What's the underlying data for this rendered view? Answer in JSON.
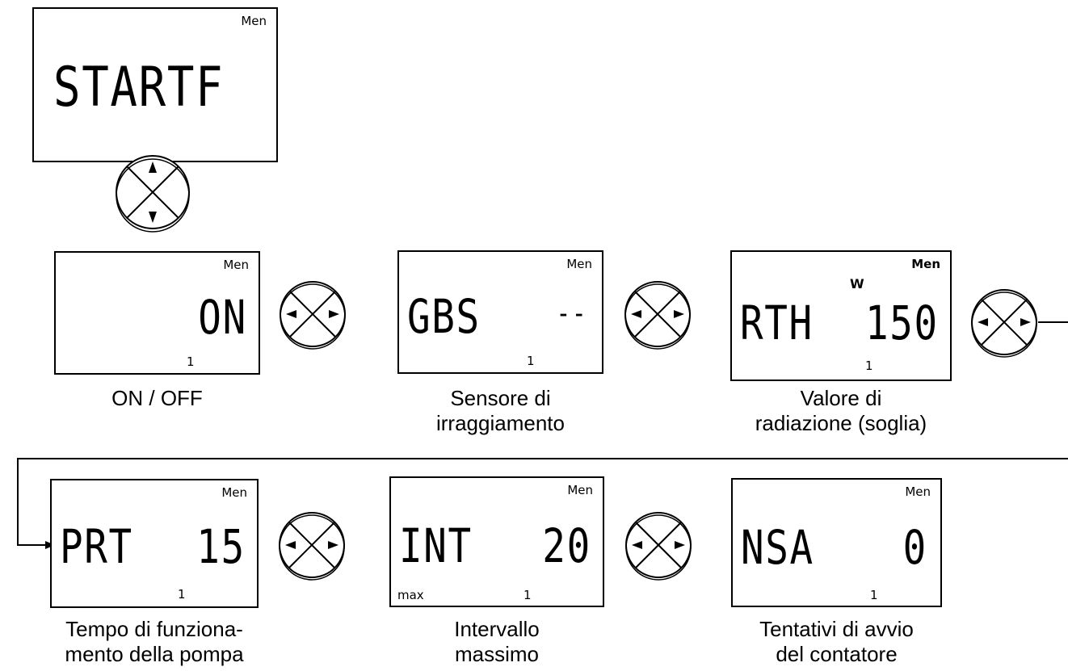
{
  "menu": {
    "title_screen": {
      "text": "STARTF",
      "men_label": "Men"
    },
    "screens": [
      {
        "id": "onoff",
        "text": "ON",
        "men_label": "Men",
        "digit": "1",
        "caption_line1": "ON / OFF",
        "caption_line2": ""
      },
      {
        "id": "sensor",
        "text_left": "GBS",
        "text_right": "--",
        "men_label": "Men",
        "digit": "1",
        "caption_line1": "Sensore di",
        "caption_line2": "irraggiamento"
      },
      {
        "id": "radiation",
        "text_left": "RTH",
        "text_right": "150",
        "unit": "W",
        "men_label": "Men",
        "digit": "1",
        "caption_line1": "Valore di",
        "caption_line2": "radiazione (soglia)"
      },
      {
        "id": "pump",
        "text_left": "PRT",
        "text_right": "15",
        "men_label": "Men",
        "digit": "1",
        "caption_line1": "Tempo di funziona-",
        "caption_line2": "mento della pompa"
      },
      {
        "id": "interval",
        "text_left": "INT",
        "text_right": "20",
        "men_label": "Men",
        "digit": "1",
        "sub_label": "max",
        "caption_line1": "Intervallo",
        "caption_line2": "massimo"
      },
      {
        "id": "attempts",
        "text_left": "NSA",
        "text_right": "0",
        "men_label": "Men",
        "digit": "1",
        "caption_line1": "Tentativi di avvio",
        "caption_line2": "del contatore"
      }
    ]
  },
  "colors": {
    "line": "#000000",
    "button_fill": "#ffffff"
  }
}
